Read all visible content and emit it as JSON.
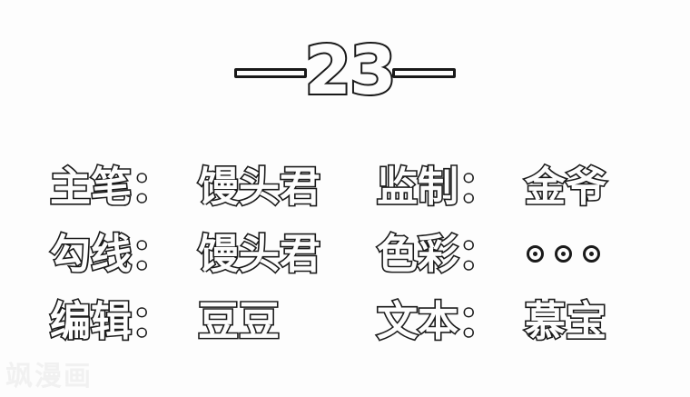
{
  "page": {
    "background_color": "#fdfdfd",
    "ink_color": "#1a1a1a",
    "fill_color": "#fdfdfd"
  },
  "chapter_header": {
    "number": "23",
    "left_rule": "—",
    "right_rule": "—"
  },
  "credits": {
    "rows": [
      {
        "left": {
          "label": "主笔：",
          "value": "馒头君",
          "value_type": "text"
        },
        "right": {
          "label": "监制：",
          "value": "金爷",
          "value_type": "text"
        }
      },
      {
        "left": {
          "label": "勾线：",
          "value": "馒头君",
          "value_type": "text"
        },
        "right": {
          "label": "色彩：",
          "value": "◉ ◉ ◉",
          "value_type": "dots",
          "dot_count": 3
        }
      },
      {
        "left": {
          "label": "编辑：",
          "value": "豆豆",
          "value_type": "text"
        },
        "right": {
          "label": "文本：",
          "value": "慕宝",
          "value_type": "text"
        }
      }
    ]
  },
  "watermark": {
    "text": "飒漫画",
    "color": "#f1f1f1"
  }
}
